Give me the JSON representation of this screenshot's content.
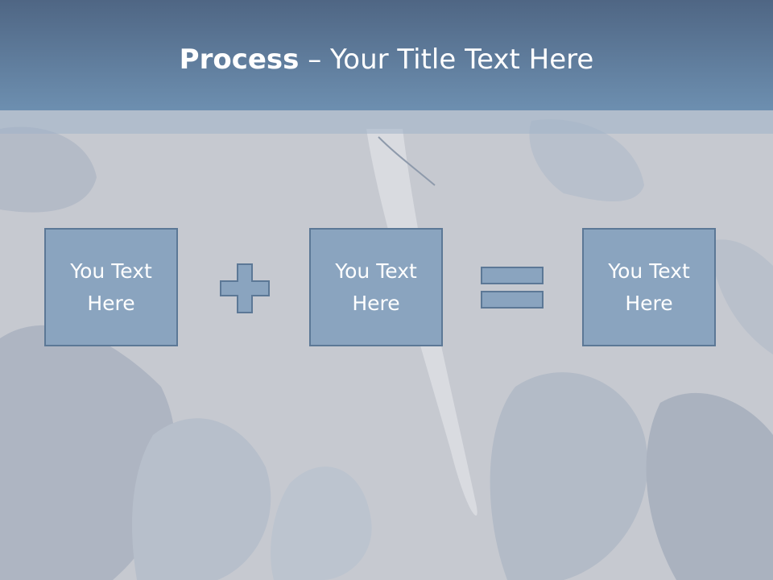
{
  "slide": {
    "title_bold": "Process",
    "title_separator": " – ",
    "title_rest": "Your Title Text Here",
    "boxes": [
      {
        "text": "You Text Here"
      },
      {
        "text": "You Text Here"
      },
      {
        "text": "You Text Here"
      }
    ],
    "operators": [
      "plus-icon",
      "equals-icon"
    ]
  },
  "colors": {
    "title_bar_top": "#4f6684",
    "title_bar_bottom": "#6d8fb0",
    "box_fill": "#8aa4bf",
    "box_border": "#5c7896",
    "background": "#c9ccd3"
  }
}
